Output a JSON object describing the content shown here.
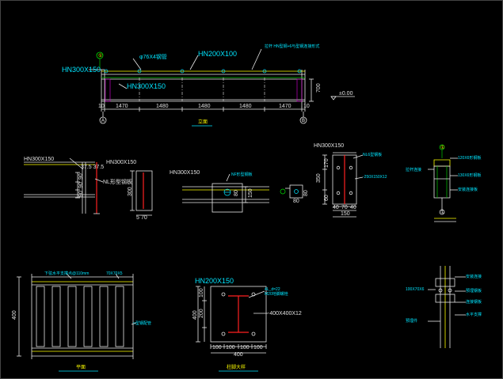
{
  "elevation": {
    "beam_label": "HN200X100",
    "left_label": "HN300X150",
    "lower_label": "HN300X150",
    "rod_label": "φ76X4钢管",
    "note_label": "拉杆 HN型钢+6与型钢连接形式",
    "grid_left": "A",
    "grid_right": "B",
    "axis_top": "①",
    "height_dim": "700",
    "elev_mark": "±0.00",
    "end_dim_left": "10",
    "end_dim_right": "10",
    "spans": [
      "1470",
      "1480",
      "1480",
      "1480",
      "1470"
    ],
    "title": "立面"
  },
  "detail1": {
    "beam": "HN300X150",
    "beam2": "HN300X150",
    "rod": "37.5 37.5",
    "stiff": "NL形型钢板",
    "dims": [
      "90",
      "90",
      "90"
    ]
  },
  "detail1b": {
    "dim_h": "300",
    "dim_w": "5",
    "dim_w2": "70"
  },
  "detail2": {
    "beam": "HN300X150",
    "note": "NF形型钢板",
    "dims": [
      "80",
      "150"
    ]
  },
  "detail2b": {
    "dim_w": "80",
    "dim_h": "80"
  },
  "detail3": {
    "beam": "HN300X150",
    "note1": "NL6型钢板",
    "note2": "-250X150X12",
    "dims_v": [
      "350",
      "170",
      "60"
    ],
    "dims_h": [
      "40",
      "70",
      "40"
    ],
    "dim_total": "150"
  },
  "detail4": {
    "top": "①",
    "note1": "120X6形钢板",
    "note2": "130X6形钢板",
    "note3": "拉杆连接",
    "note4": "安装连接板",
    "mark": "①"
  },
  "plan": {
    "height": "400",
    "note1": "下弦水平支撑点@110mm",
    "note2": "70X70X5",
    "note3": "□型钢配管",
    "title": "平面"
  },
  "baseplate": {
    "beam": "HN200X150",
    "bolt": "4L_d=22",
    "bolt2": "M20地脚螺栓",
    "plate": "-400X400X12",
    "dims_v": [
      "400",
      "200",
      "100"
    ],
    "dims_h": [
      "100",
      "100",
      "100",
      "100"
    ],
    "dim_total": "400",
    "title": "柱脚大样"
  },
  "detail5": {
    "notes": [
      "安装连接",
      "预埋钢板",
      "连接钢板",
      "水平支撑"
    ],
    "left_notes": [
      "100X70X6",
      "预埋件"
    ]
  }
}
